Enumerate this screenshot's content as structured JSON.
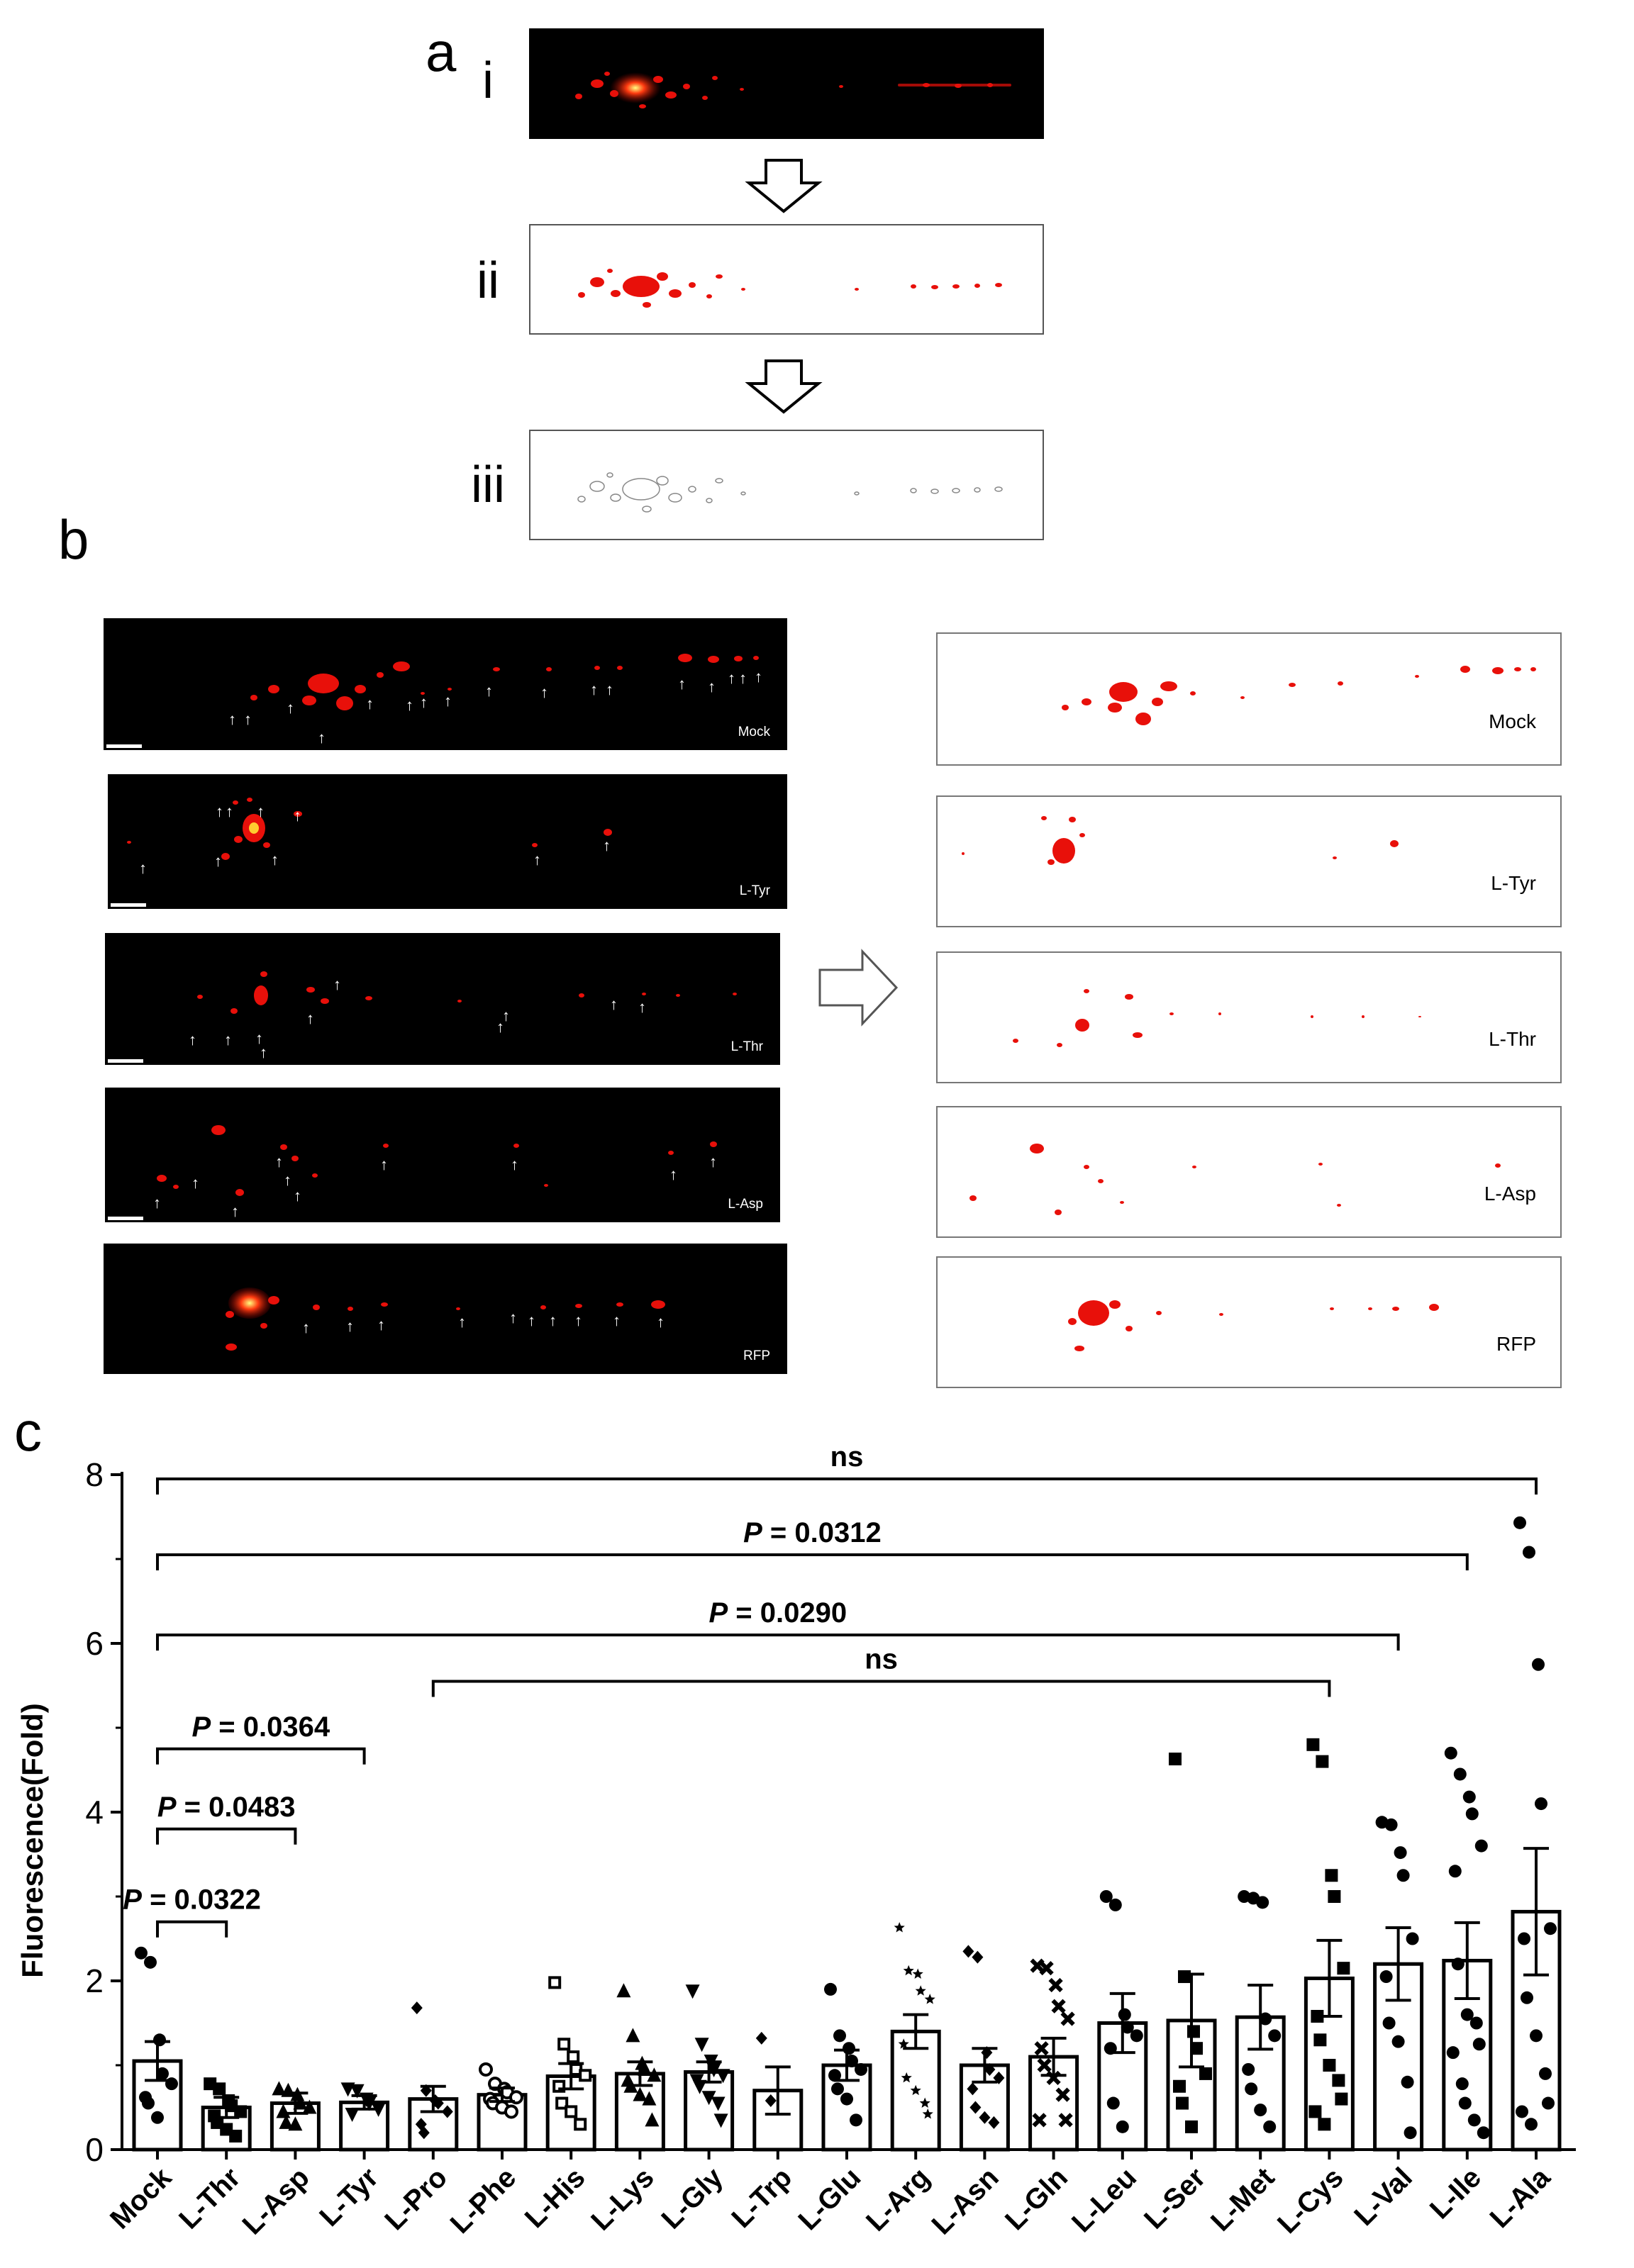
{
  "panel_a": {
    "letter": "a",
    "steps": [
      "i",
      "ii",
      "iii"
    ]
  },
  "panel_b": {
    "letter": "b",
    "conditions": [
      "Mock",
      "L-Tyr",
      "L-Thr",
      "L-Asp",
      "RFP"
    ]
  },
  "panel_c": {
    "letter": "c"
  },
  "colors": {
    "fluorescence": "#e8100a",
    "bar_fill": "#ffffff",
    "bar_stroke": "#000000"
  },
  "icons": {
    "down_arrow": "hollow-down-arrow-icon",
    "right_arrow": "hollow-right-arrow-icon",
    "marker_arrow": "white-up-arrow-icon"
  },
  "chart_data": {
    "type": "bar",
    "ylabel": "Fluorescence(Fold)",
    "xlabel": "",
    "ylim": [
      0,
      8
    ],
    "yticks": [
      "0",
      "2",
      "4",
      "6",
      "8"
    ],
    "categories": [
      "Mock",
      "L-Thr",
      "L-Asp",
      "L-Tyr",
      "L-Pro",
      "L-Phe",
      "L-His",
      "L-Lys",
      "L-Gly",
      "L-Trp",
      "L-Glu",
      "L-Arg",
      "L-Asn",
      "L-Gln",
      "L-Leu",
      "L-Ser",
      "L-Met",
      "L-Cys",
      "L-Val",
      "L-Ile",
      "L-Ala"
    ],
    "values": [
      1.05,
      0.5,
      0.55,
      0.56,
      0.6,
      0.65,
      0.87,
      0.9,
      0.92,
      0.7,
      1.0,
      1.4,
      1.0,
      1.1,
      1.5,
      1.53,
      1.57,
      2.03,
      2.2,
      2.24,
      2.82
    ],
    "sem": [
      0.23,
      0.12,
      0.12,
      0.08,
      0.15,
      0.08,
      0.15,
      0.14,
      0.12,
      0.28,
      0.18,
      0.2,
      0.2,
      0.22,
      0.35,
      0.55,
      0.38,
      0.45,
      0.43,
      0.45,
      0.75
    ],
    "markers": [
      "circle",
      "square",
      "triangle",
      "triangle-down",
      "diamond",
      "circle-open",
      "square-open",
      "triangle",
      "triangle-down",
      "diamond",
      "circle",
      "star",
      "diamond",
      "x",
      "circle",
      "square",
      "circle",
      "square",
      "circle",
      "circle",
      "circle"
    ],
    "points": [
      [
        2.33,
        2.22,
        1.3,
        0.9,
        0.78,
        0.62,
        0.55,
        0.38
      ],
      [
        0.78,
        0.72,
        0.58,
        0.52,
        0.45,
        0.4,
        0.32,
        0.24,
        0.16
      ],
      [
        0.72,
        0.7,
        0.65,
        0.55,
        0.5,
        0.45,
        0.32,
        0.3
      ],
      [
        0.72,
        0.7,
        0.6,
        0.55,
        0.48,
        0.42
      ],
      [
        1.68,
        0.7,
        0.58,
        0.55,
        0.45,
        0.3,
        0.2
      ],
      [
        0.95,
        0.78,
        0.72,
        0.68,
        0.62,
        0.6,
        0.55,
        0.5,
        0.45
      ],
      [
        1.98,
        1.25,
        1.1,
        0.95,
        0.88,
        0.75,
        0.55,
        0.45,
        0.3
      ],
      [
        1.88,
        1.35,
        1.02,
        0.95,
        0.88,
        0.82,
        0.75,
        0.65,
        0.6,
        0.35
      ],
      [
        1.88,
        1.25,
        1.05,
        0.95,
        0.88,
        0.82,
        0.75,
        0.62,
        0.55,
        0.35
      ],
      [
        1.32,
        0.58
      ],
      [
        1.9,
        1.35,
        1.2,
        1.05,
        0.95,
        0.88,
        0.72,
        0.6,
        0.35
      ],
      [
        2.63,
        2.12,
        2.08,
        1.88,
        1.78,
        1.25,
        0.85,
        0.7,
        0.55,
        0.42
      ],
      [
        2.35,
        2.28,
        1.15,
        0.95,
        0.85,
        0.72,
        0.5,
        0.38,
        0.32
      ],
      [
        2.18,
        2.15,
        1.95,
        1.7,
        1.55,
        1.2,
        1.0,
        0.85,
        0.65,
        0.35,
        0.35
      ],
      [
        3.0,
        2.9,
        1.6,
        1.45,
        1.35,
        1.2,
        0.55,
        0.27
      ],
      [
        4.63,
        2.05,
        1.4,
        1.2,
        0.9,
        0.75,
        0.55,
        0.27
      ],
      [
        3.0,
        2.98,
        2.93,
        1.55,
        1.35,
        0.95,
        0.72,
        0.47,
        0.27
      ],
      [
        4.8,
        4.6,
        3.25,
        3.0,
        2.15,
        1.58,
        1.3,
        1.0,
        0.82,
        0.6,
        0.45,
        0.3
      ],
      [
        3.88,
        3.85,
        3.52,
        3.25,
        2.5,
        2.05,
        1.5,
        1.28,
        0.8,
        0.2
      ],
      [
        4.7,
        4.45,
        4.18,
        3.98,
        3.6,
        3.3,
        2.2,
        1.6,
        1.5,
        1.25,
        1.15,
        0.78,
        0.55,
        0.35,
        0.2
      ],
      [
        7.43,
        7.08,
        5.75,
        4.1,
        2.62,
        2.5,
        1.8,
        1.35,
        0.9,
        0.55,
        0.45,
        0.3
      ]
    ],
    "comparisons": [
      {
        "from": 0,
        "to": 1,
        "label_p": "P",
        "label_rest": " = 0.0322",
        "y": 2.7
      },
      {
        "from": 0,
        "to": 2,
        "label_p": "P",
        "label_rest": " = 0.0483",
        "y": 3.8
      },
      {
        "from": 0,
        "to": 3,
        "label_p": "P",
        "label_rest": " = 0.0364",
        "y": 4.75
      },
      {
        "from": 4,
        "to": 17,
        "label_p": "",
        "label_rest": "ns",
        "y": 5.55
      },
      {
        "from": 0,
        "to": 18,
        "label_p": "P",
        "label_rest": " = 0.0290",
        "y": 6.1
      },
      {
        "from": 0,
        "to": 19,
        "label_p": "P",
        "label_rest": " = 0.0312",
        "y": 7.05
      },
      {
        "from": 0,
        "to": 20,
        "label_p": "",
        "label_rest": "ns",
        "y": 7.95
      }
    ]
  }
}
